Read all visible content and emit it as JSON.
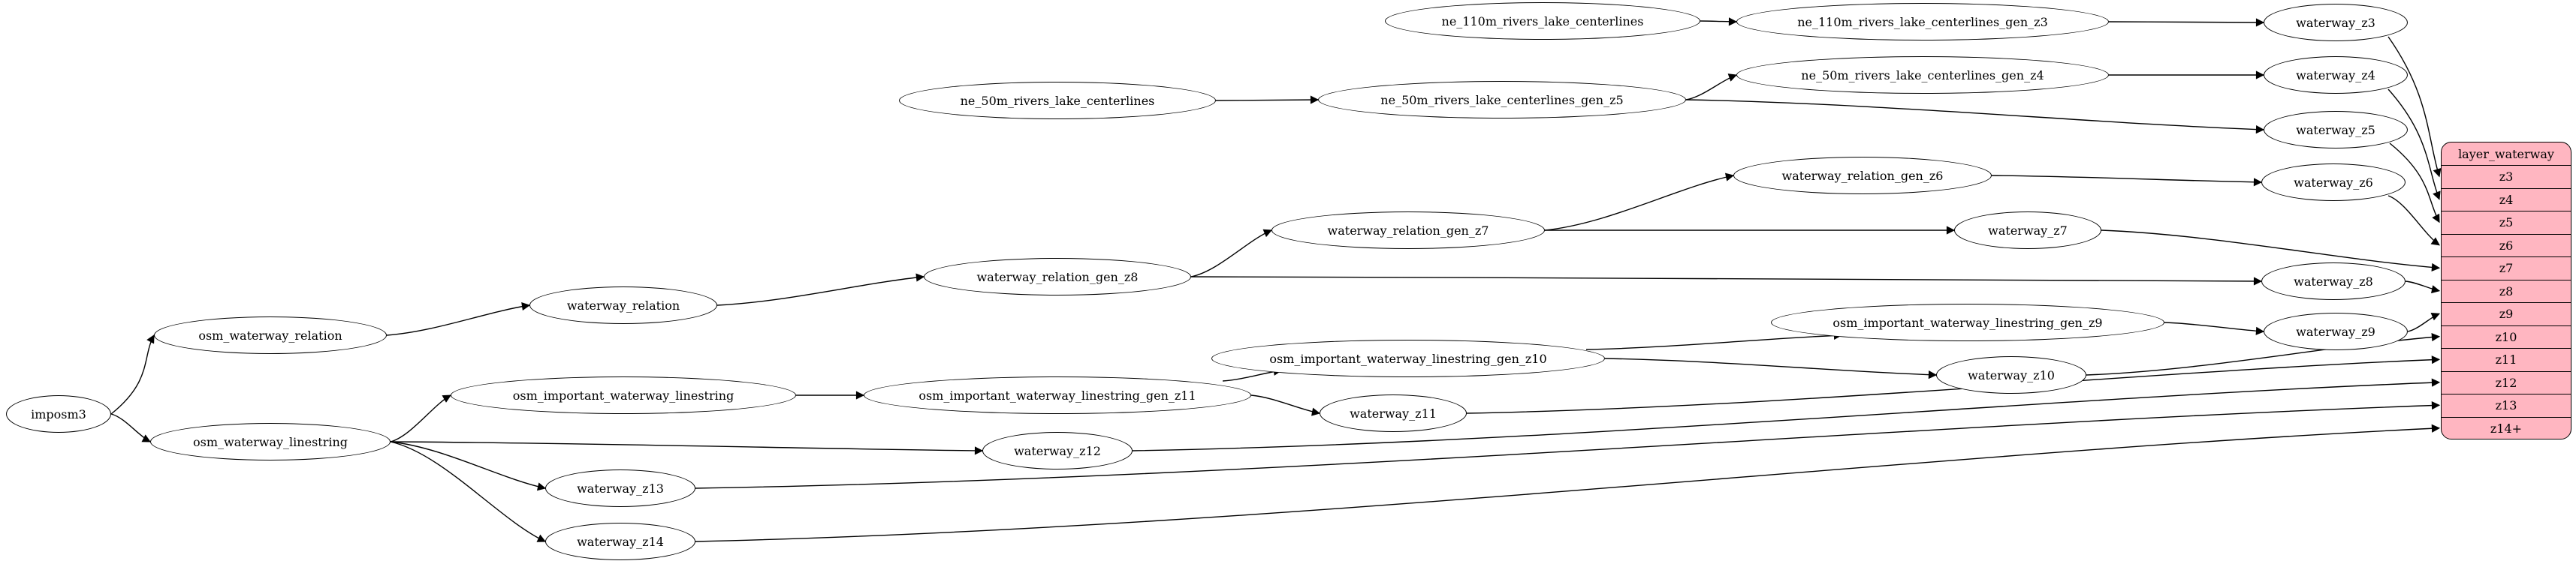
{
  "diagram": {
    "background": "#ffffff",
    "edge_color": "#000000",
    "node_fill": "#ffffff",
    "node_stroke": "#000000"
  },
  "nodes": [
    {
      "id": "imposm3",
      "label": "imposm3"
    },
    {
      "id": "osm_waterway_relation",
      "label": "osm_waterway_relation"
    },
    {
      "id": "osm_waterway_linestring",
      "label": "osm_waterway_linestring"
    },
    {
      "id": "waterway_relation",
      "label": "waterway_relation"
    },
    {
      "id": "osm_important_waterway_linestring",
      "label": "osm_important_waterway_linestring"
    },
    {
      "id": "waterway_z13",
      "label": "waterway_z13"
    },
    {
      "id": "waterway_z14",
      "label": "waterway_z14"
    },
    {
      "id": "ne_50m_rivers_lake_centerlines",
      "label": "ne_50m_rivers_lake_centerlines"
    },
    {
      "id": "waterway_relation_gen_z8",
      "label": "waterway_relation_gen_z8"
    },
    {
      "id": "osm_important_waterway_linestring_gen_z11",
      "label": "osm_important_waterway_linestring_gen_z11"
    },
    {
      "id": "waterway_z12",
      "label": "waterway_z12"
    },
    {
      "id": "ne_110m_rivers_lake_centerlines",
      "label": "ne_110m_rivers_lake_centerlines"
    },
    {
      "id": "ne_50m_rivers_lake_centerlines_gen_z5",
      "label": "ne_50m_rivers_lake_centerlines_gen_z5"
    },
    {
      "id": "waterway_relation_gen_z7",
      "label": "waterway_relation_gen_z7"
    },
    {
      "id": "osm_important_waterway_linestring_gen_z10",
      "label": "osm_important_waterway_linestring_gen_z10"
    },
    {
      "id": "waterway_z11",
      "label": "waterway_z11"
    },
    {
      "id": "ne_110m_rivers_lake_centerlines_gen_z3",
      "label": "ne_110m_rivers_lake_centerlines_gen_z3"
    },
    {
      "id": "ne_50m_rivers_lake_centerlines_gen_z4",
      "label": "ne_50m_rivers_lake_centerlines_gen_z4"
    },
    {
      "id": "waterway_relation_gen_z6",
      "label": "waterway_relation_gen_z6"
    },
    {
      "id": "waterway_z7",
      "label": "waterway_z7"
    },
    {
      "id": "osm_important_waterway_linestring_gen_z9",
      "label": "osm_important_waterway_linestring_gen_z9"
    },
    {
      "id": "waterway_z10",
      "label": "waterway_z10"
    },
    {
      "id": "waterway_z3",
      "label": "waterway_z3"
    },
    {
      "id": "waterway_z4",
      "label": "waterway_z4"
    },
    {
      "id": "waterway_z5",
      "label": "waterway_z5"
    },
    {
      "id": "waterway_z6",
      "label": "waterway_z6"
    },
    {
      "id": "waterway_z8",
      "label": "waterway_z8"
    },
    {
      "id": "waterway_z9",
      "label": "waterway_z9"
    }
  ],
  "edges": [
    {
      "from": "imposm3",
      "to": "osm_waterway_relation"
    },
    {
      "from": "imposm3",
      "to": "osm_waterway_linestring"
    },
    {
      "from": "osm_waterway_relation",
      "to": "waterway_relation"
    },
    {
      "from": "waterway_relation",
      "to": "waterway_relation_gen_z8"
    },
    {
      "from": "waterway_relation_gen_z8",
      "to": "waterway_relation_gen_z7"
    },
    {
      "from": "waterway_relation_gen_z8",
      "to": "waterway_z8"
    },
    {
      "from": "waterway_relation_gen_z7",
      "to": "waterway_relation_gen_z6"
    },
    {
      "from": "waterway_relation_gen_z7",
      "to": "waterway_z7"
    },
    {
      "from": "waterway_relation_gen_z6",
      "to": "waterway_z6"
    },
    {
      "from": "osm_waterway_linestring",
      "to": "osm_important_waterway_linestring"
    },
    {
      "from": "osm_waterway_linestring",
      "to": "waterway_z12"
    },
    {
      "from": "osm_waterway_linestring",
      "to": "waterway_z13"
    },
    {
      "from": "osm_waterway_linestring",
      "to": "waterway_z14"
    },
    {
      "from": "osm_important_waterway_linestring",
      "to": "osm_important_waterway_linestring_gen_z11"
    },
    {
      "from": "osm_important_waterway_linestring_gen_z11",
      "to": "osm_important_waterway_linestring_gen_z10"
    },
    {
      "from": "osm_important_waterway_linestring_gen_z11",
      "to": "waterway_z11"
    },
    {
      "from": "osm_important_waterway_linestring_gen_z10",
      "to": "osm_important_waterway_linestring_gen_z9"
    },
    {
      "from": "osm_important_waterway_linestring_gen_z10",
      "to": "waterway_z10"
    },
    {
      "from": "osm_important_waterway_linestring_gen_z9",
      "to": "waterway_z9"
    },
    {
      "from": "ne_110m_rivers_lake_centerlines",
      "to": "ne_110m_rivers_lake_centerlines_gen_z3"
    },
    {
      "from": "ne_110m_rivers_lake_centerlines_gen_z3",
      "to": "waterway_z3"
    },
    {
      "from": "ne_50m_rivers_lake_centerlines",
      "to": "ne_50m_rivers_lake_centerlines_gen_z5"
    },
    {
      "from": "ne_50m_rivers_lake_centerlines_gen_z5",
      "to": "ne_50m_rivers_lake_centerlines_gen_z4"
    },
    {
      "from": "ne_50m_rivers_lake_centerlines_gen_z5",
      "to": "waterway_z5"
    },
    {
      "from": "ne_50m_rivers_lake_centerlines_gen_z4",
      "to": "waterway_z4"
    },
    {
      "from": "waterway_z3",
      "to": "row:z3"
    },
    {
      "from": "waterway_z4",
      "to": "row:z4"
    },
    {
      "from": "waterway_z5",
      "to": "row:z5"
    },
    {
      "from": "waterway_z6",
      "to": "row:z6"
    },
    {
      "from": "waterway_z7",
      "to": "row:z7"
    },
    {
      "from": "waterway_z8",
      "to": "row:z8"
    },
    {
      "from": "waterway_z9",
      "to": "row:z9"
    },
    {
      "from": "waterway_z10",
      "to": "row:z10"
    },
    {
      "from": "waterway_z11",
      "to": "row:z11"
    },
    {
      "from": "waterway_z12",
      "to": "row:z12"
    },
    {
      "from": "waterway_z13",
      "to": "row:z13"
    },
    {
      "from": "waterway_z14",
      "to": "row:z14+"
    }
  ],
  "table": {
    "title": "layer_waterway",
    "fill": "#ffb6c1",
    "rows": [
      "z3",
      "z4",
      "z5",
      "z6",
      "z7",
      "z8",
      "z9",
      "z10",
      "z11",
      "z12",
      "z13",
      "z14+"
    ]
  }
}
